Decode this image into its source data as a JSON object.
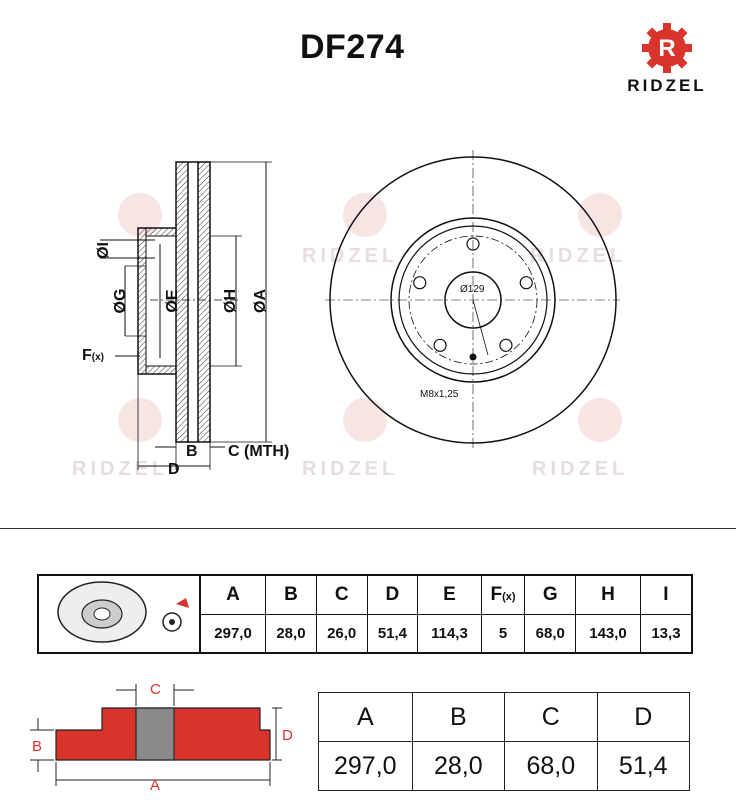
{
  "title": "DF274",
  "brand": {
    "name": "RIDZEL",
    "color": "#d9342b"
  },
  "watermark": {
    "text": "RIDZEL"
  },
  "side_view": {
    "labels": [
      "ØI",
      "ØG",
      "ØE",
      "ØH",
      "ØA"
    ],
    "f_label": "F",
    "f_sub": "(x)",
    "b_label": "B",
    "c_label": "C (MTH)",
    "d_label": "D"
  },
  "front_view": {
    "pcd_label": "Ø129",
    "bolt_label": "M8x1,25"
  },
  "spec_table": {
    "headers": [
      "A",
      "B",
      "C",
      "D",
      "E",
      "F",
      "G",
      "H",
      "I"
    ],
    "f_sub": "(x)",
    "values": [
      "297,0",
      "28,0",
      "26,0",
      "51,4",
      "114,3",
      "5",
      "68,0",
      "143,0",
      "13,3"
    ]
  },
  "cross_section": {
    "labels": {
      "a": "A",
      "b": "B",
      "c": "C",
      "d": "D"
    },
    "color": "#d9342b"
  },
  "dims_table": {
    "headers": [
      "A",
      "B",
      "C",
      "D"
    ],
    "values": [
      "297,0",
      "28,0",
      "68,0",
      "51,4"
    ]
  }
}
